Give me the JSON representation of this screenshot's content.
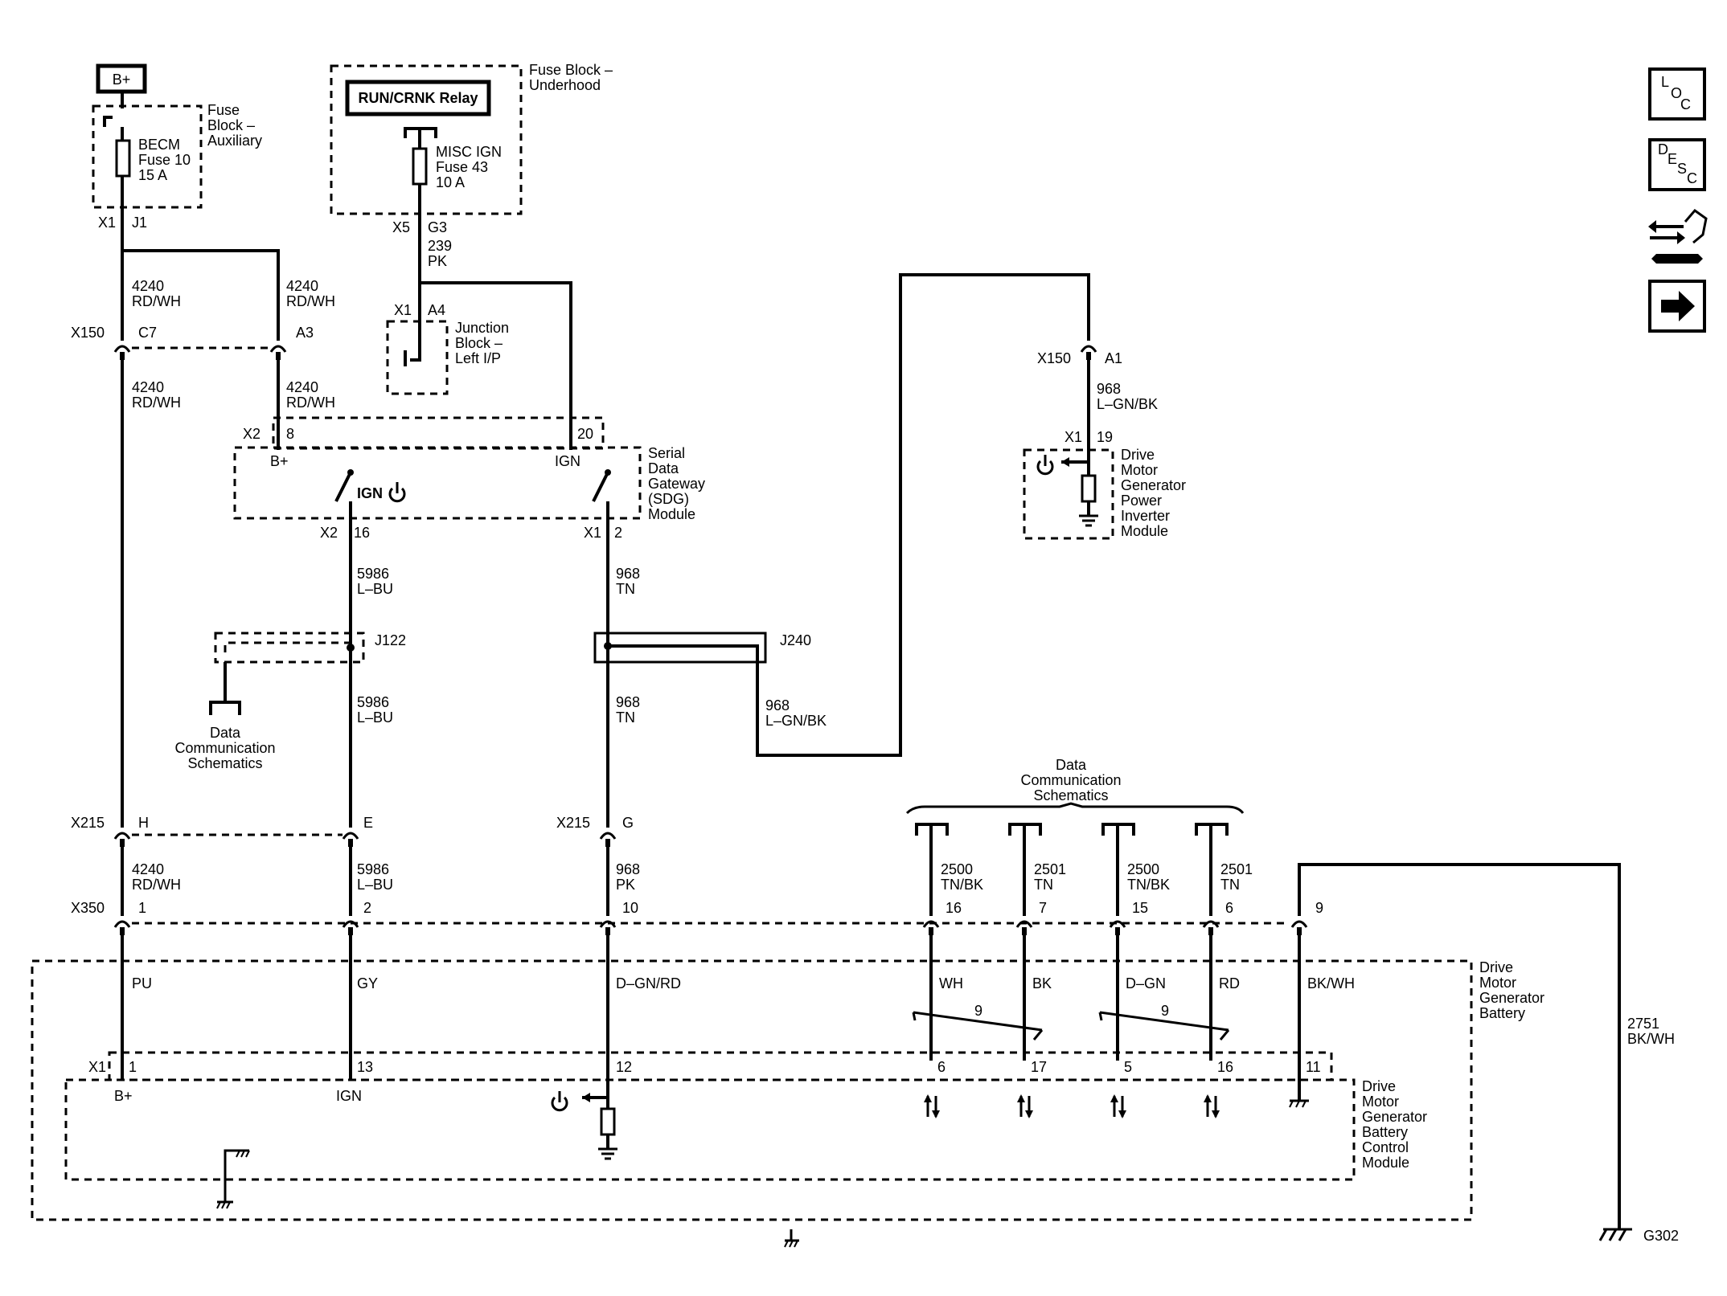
{
  "power": {
    "bplus": "B+"
  },
  "fuse_aux": {
    "title": [
      "Fuse",
      "Block –",
      "Auxiliary"
    ],
    "fuse": [
      "BECM",
      "Fuse 10",
      "15 A"
    ],
    "conn": "X1",
    "pin": "J1"
  },
  "fuse_under": {
    "title": [
      "Fuse Block –",
      "Underhood"
    ],
    "relay": "RUN/CRNK Relay",
    "fuse": [
      "MISC IGN",
      "Fuse 43",
      "10 A"
    ],
    "conn": "X5",
    "pin": "G3"
  },
  "junction_block": {
    "title": [
      "Junction",
      "Block –",
      "Left I/P"
    ],
    "conn": "X1",
    "pin": "A4"
  },
  "sdg": {
    "title": [
      "Serial",
      "Data",
      "Gateway",
      "(SDG)",
      "Module"
    ],
    "bplus": "B+",
    "ign": "IGN",
    "ign_label": "IGN",
    "x2": "X2",
    "x2_pin_top": "8",
    "x2_pin_bot": "16",
    "pin20": "20",
    "x1": "X1",
    "x1_pin": "2"
  },
  "wires": {
    "w4240": "4240",
    "rdwh": "RD/WH",
    "w239": "239",
    "pk": "PK",
    "w5986": "5986",
    "lbu": "L–BU",
    "w968": "968",
    "tn": "TN",
    "lgnbk": "L–GN/BK",
    "w2500": "2500",
    "tnbk": "TN/BK",
    "w2501": "2501",
    "w2751": "2751",
    "bkwh": "BK/WH"
  },
  "connectors": {
    "x150": "X150",
    "c7": "C7",
    "a3": "A3",
    "a1": "A1",
    "x215": "X215",
    "h": "H",
    "e": "E",
    "g": "G",
    "x350": "X350",
    "x350_pins": [
      "1",
      "2",
      "10",
      "16",
      "7",
      "15",
      "6",
      "9"
    ]
  },
  "splices": {
    "j122": "J122",
    "j240": "J240"
  },
  "data_comm": {
    "left": [
      "Data",
      "Communication",
      "Schematics"
    ],
    "right": [
      "Data",
      "Communication",
      "Schematics"
    ]
  },
  "inverter": {
    "title": [
      "Drive",
      "Motor",
      "Generator",
      "Power",
      "Inverter",
      "Module"
    ],
    "conn": "X1",
    "pin": "19"
  },
  "battery": {
    "title": [
      "Drive",
      "Motor",
      "Generator",
      "Battery"
    ],
    "colors": [
      "PU",
      "GY",
      "D–GN/RD",
      "WH",
      "BK",
      "D–GN",
      "RD",
      "BK/WH"
    ],
    "twist": "9"
  },
  "bcm": {
    "title": [
      "Drive",
      "Motor",
      "Generator",
      "Battery",
      "Control",
      "Module"
    ],
    "conn": "X1",
    "pins": [
      "1",
      "13",
      "12",
      "6",
      "17",
      "5",
      "16",
      "11"
    ],
    "bplus": "B+",
    "ign": "IGN"
  },
  "ground": {
    "g302": "G302"
  },
  "nav": {
    "loc": [
      "L",
      "O",
      "C"
    ],
    "desc": [
      "D",
      "E",
      "S",
      "C"
    ]
  }
}
